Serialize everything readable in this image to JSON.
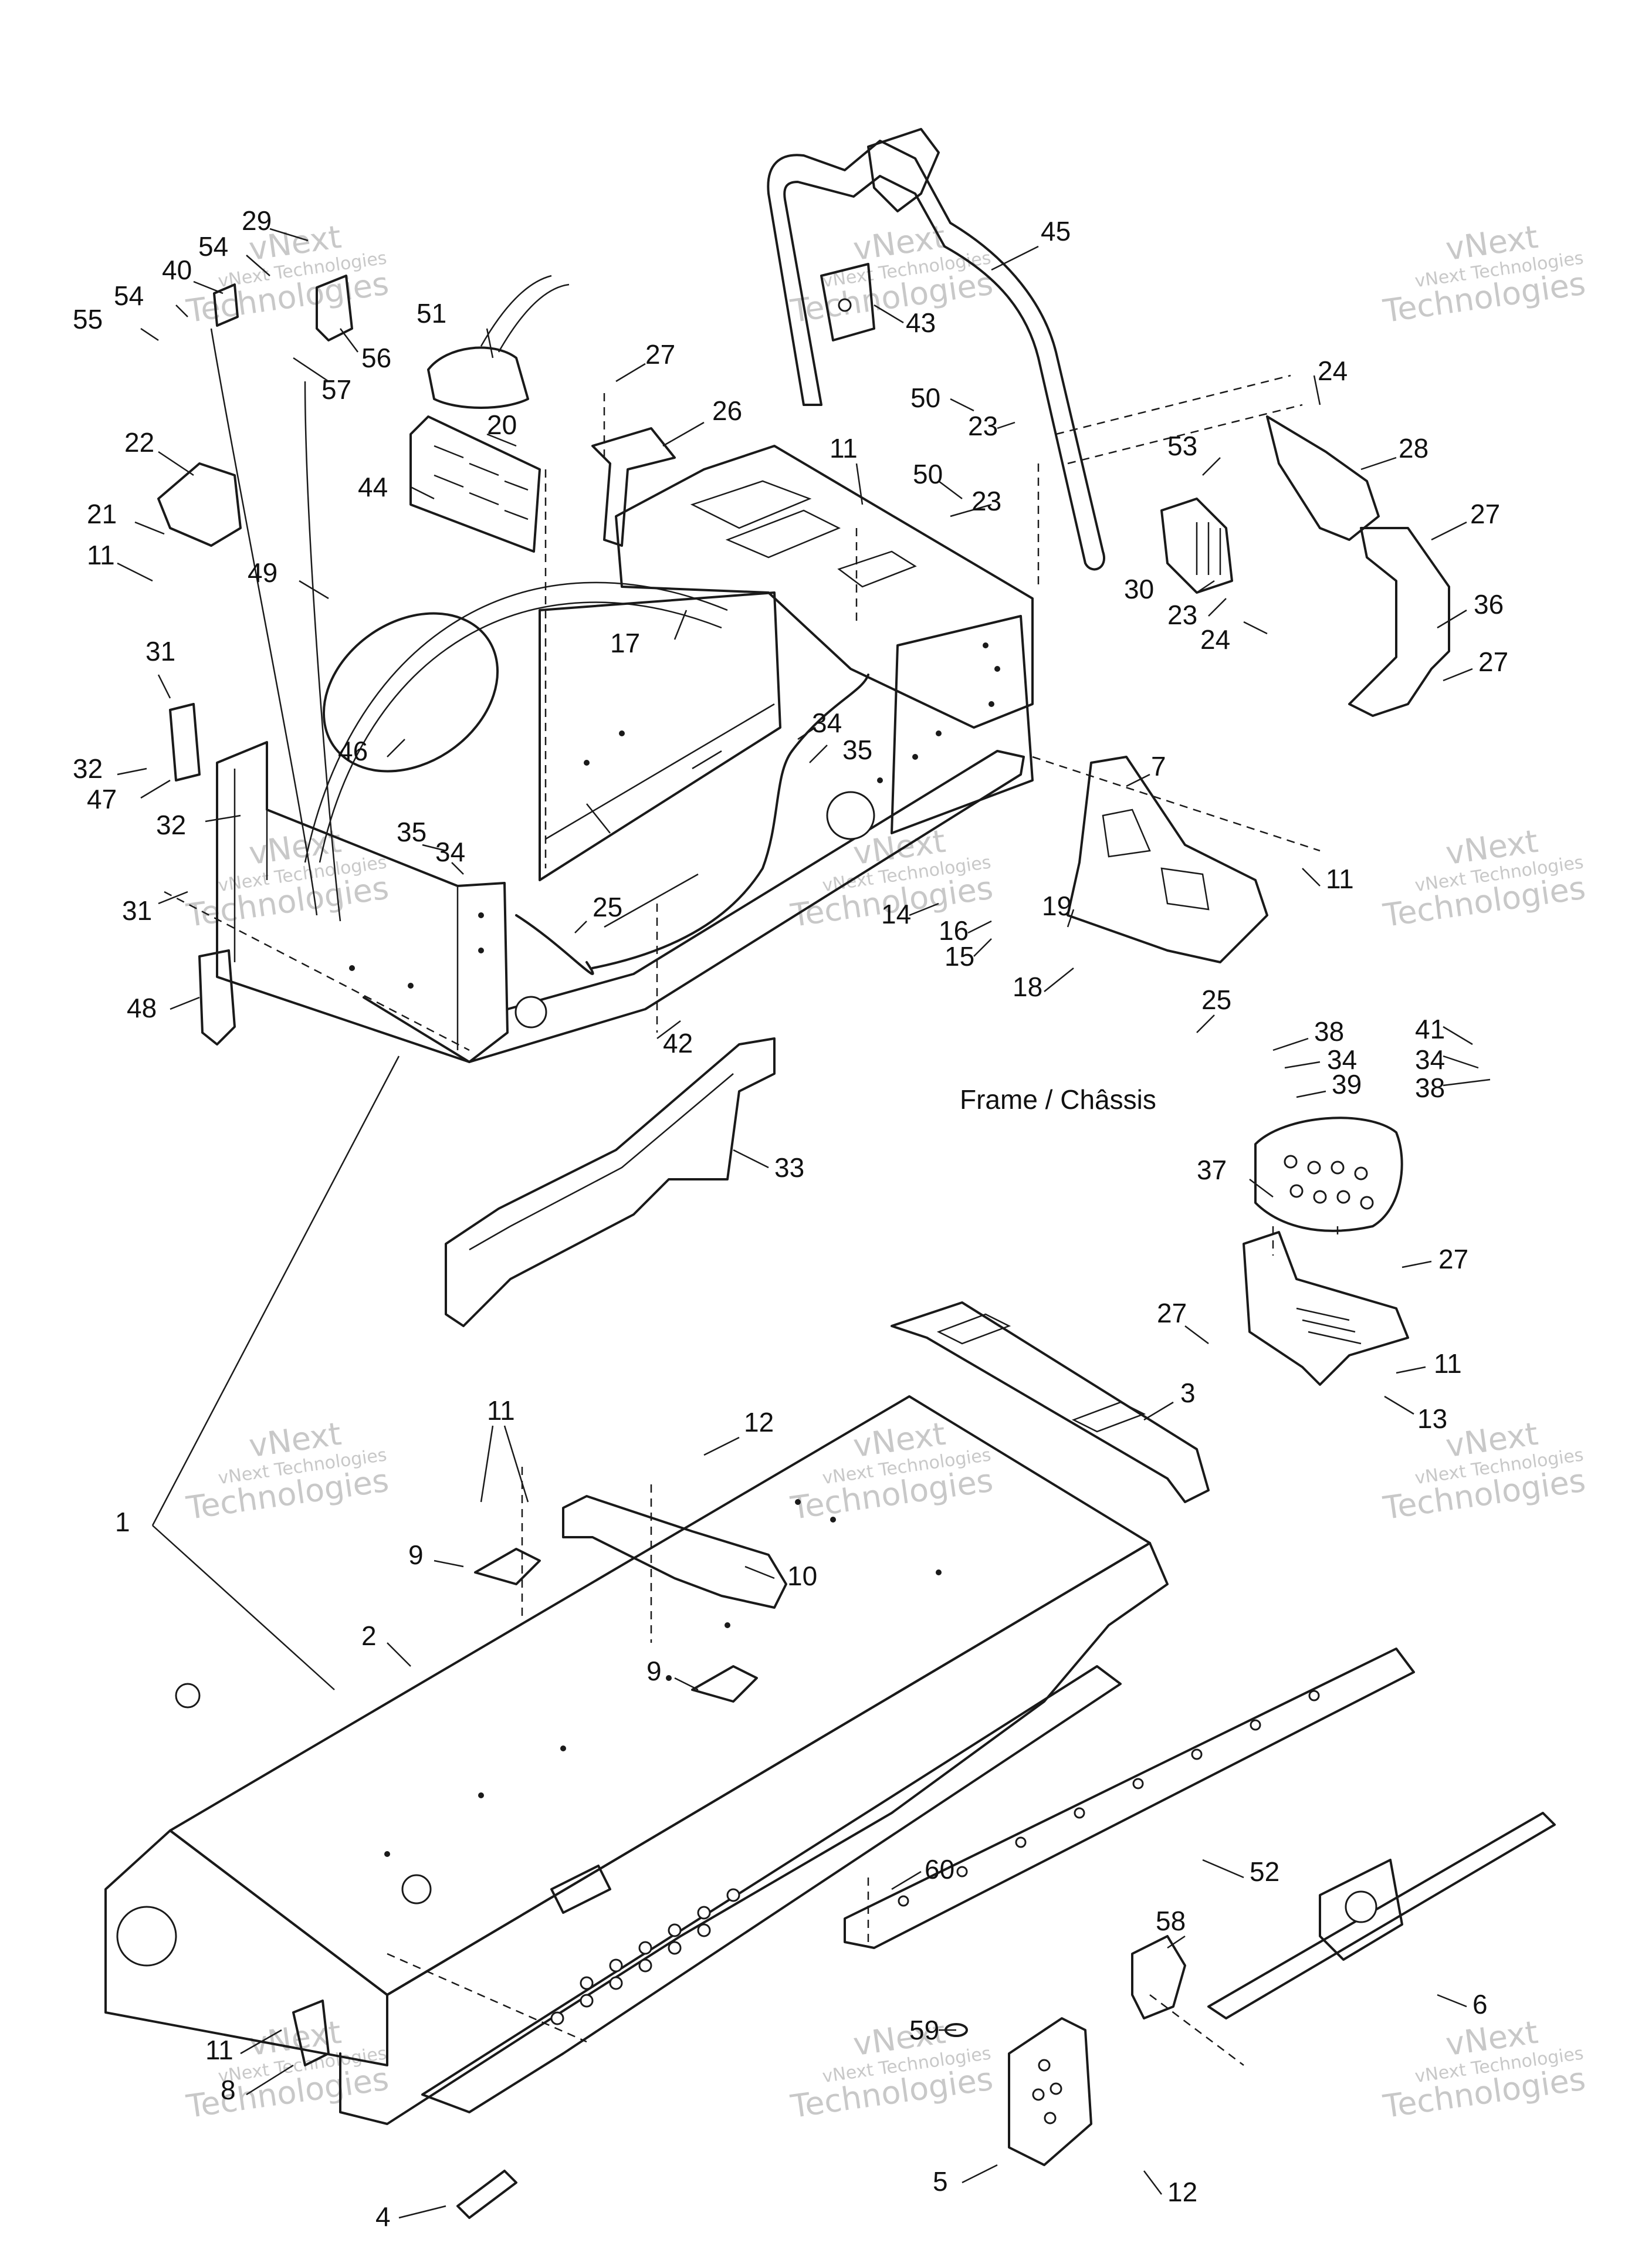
{
  "caption": "Frame / Châssis",
  "watermark": {
    "line1": "vNext Technologies",
    "line2": "Technologies",
    "line3": "vNext"
  },
  "callouts": [
    {
      "n": "29"
    },
    {
      "n": "54"
    },
    {
      "n": "40"
    },
    {
      "n": "54"
    },
    {
      "n": "55"
    },
    {
      "n": "56"
    },
    {
      "n": "57"
    },
    {
      "n": "51"
    },
    {
      "n": "27"
    },
    {
      "n": "26"
    },
    {
      "n": "20"
    },
    {
      "n": "44"
    },
    {
      "n": "22"
    },
    {
      "n": "21"
    },
    {
      "n": "11"
    },
    {
      "n": "49"
    },
    {
      "n": "17"
    },
    {
      "n": "31"
    },
    {
      "n": "46"
    },
    {
      "n": "32"
    },
    {
      "n": "47"
    },
    {
      "n": "32"
    },
    {
      "n": "35"
    },
    {
      "n": "34"
    },
    {
      "n": "31"
    },
    {
      "n": "25"
    },
    {
      "n": "48"
    },
    {
      "n": "42"
    },
    {
      "n": "34"
    },
    {
      "n": "35"
    },
    {
      "n": "45"
    },
    {
      "n": "43"
    },
    {
      "n": "50"
    },
    {
      "n": "23"
    },
    {
      "n": "11"
    },
    {
      "n": "50"
    },
    {
      "n": "23"
    },
    {
      "n": "24"
    },
    {
      "n": "28"
    },
    {
      "n": "53"
    },
    {
      "n": "27"
    },
    {
      "n": "30"
    },
    {
      "n": "23"
    },
    {
      "n": "24"
    },
    {
      "n": "36"
    },
    {
      "n": "27"
    },
    {
      "n": "7"
    },
    {
      "n": "11"
    },
    {
      "n": "14"
    },
    {
      "n": "16"
    },
    {
      "n": "15"
    },
    {
      "n": "19"
    },
    {
      "n": "18"
    },
    {
      "n": "25"
    },
    {
      "n": "38"
    },
    {
      "n": "34"
    },
    {
      "n": "39"
    },
    {
      "n": "41"
    },
    {
      "n": "34"
    },
    {
      "n": "38"
    },
    {
      "n": "37"
    },
    {
      "n": "27"
    },
    {
      "n": "27"
    },
    {
      "n": "11"
    },
    {
      "n": "13"
    },
    {
      "n": "33"
    },
    {
      "n": "3"
    },
    {
      "n": "12"
    },
    {
      "n": "11"
    },
    {
      "n": "1"
    },
    {
      "n": "9"
    },
    {
      "n": "10"
    },
    {
      "n": "2"
    },
    {
      "n": "9"
    },
    {
      "n": "52"
    },
    {
      "n": "60"
    },
    {
      "n": "58"
    },
    {
      "n": "6"
    },
    {
      "n": "59"
    },
    {
      "n": "11"
    },
    {
      "n": "8"
    },
    {
      "n": "5"
    },
    {
      "n": "12"
    },
    {
      "n": "4"
    }
  ]
}
